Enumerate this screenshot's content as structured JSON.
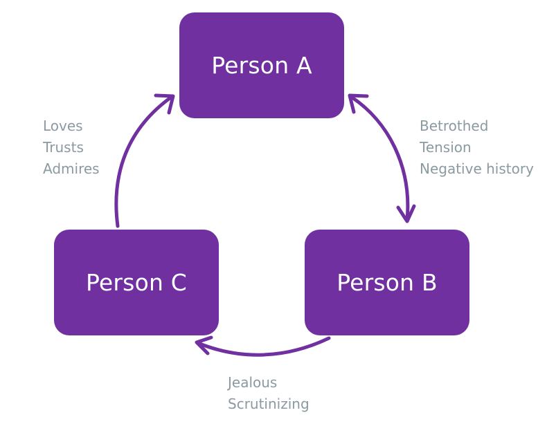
{
  "nodes": {
    "a": {
      "label": "Person A"
    },
    "b": {
      "label": "Person B"
    },
    "c": {
      "label": "Person C"
    }
  },
  "relations": {
    "c_to_a": {
      "lines": [
        "Loves",
        "Trusts",
        "Admires"
      ]
    },
    "a_b": {
      "lines": [
        "Betrothed",
        "Tension",
        "Negative history"
      ]
    },
    "b_to_c": {
      "lines": [
        "Jealous",
        "Scrutinizing"
      ]
    }
  },
  "colors": {
    "node_fill": "#7030a0",
    "node_text": "#ffffff",
    "arrow": "#7030a0",
    "label_text": "#8a9aa0"
  }
}
